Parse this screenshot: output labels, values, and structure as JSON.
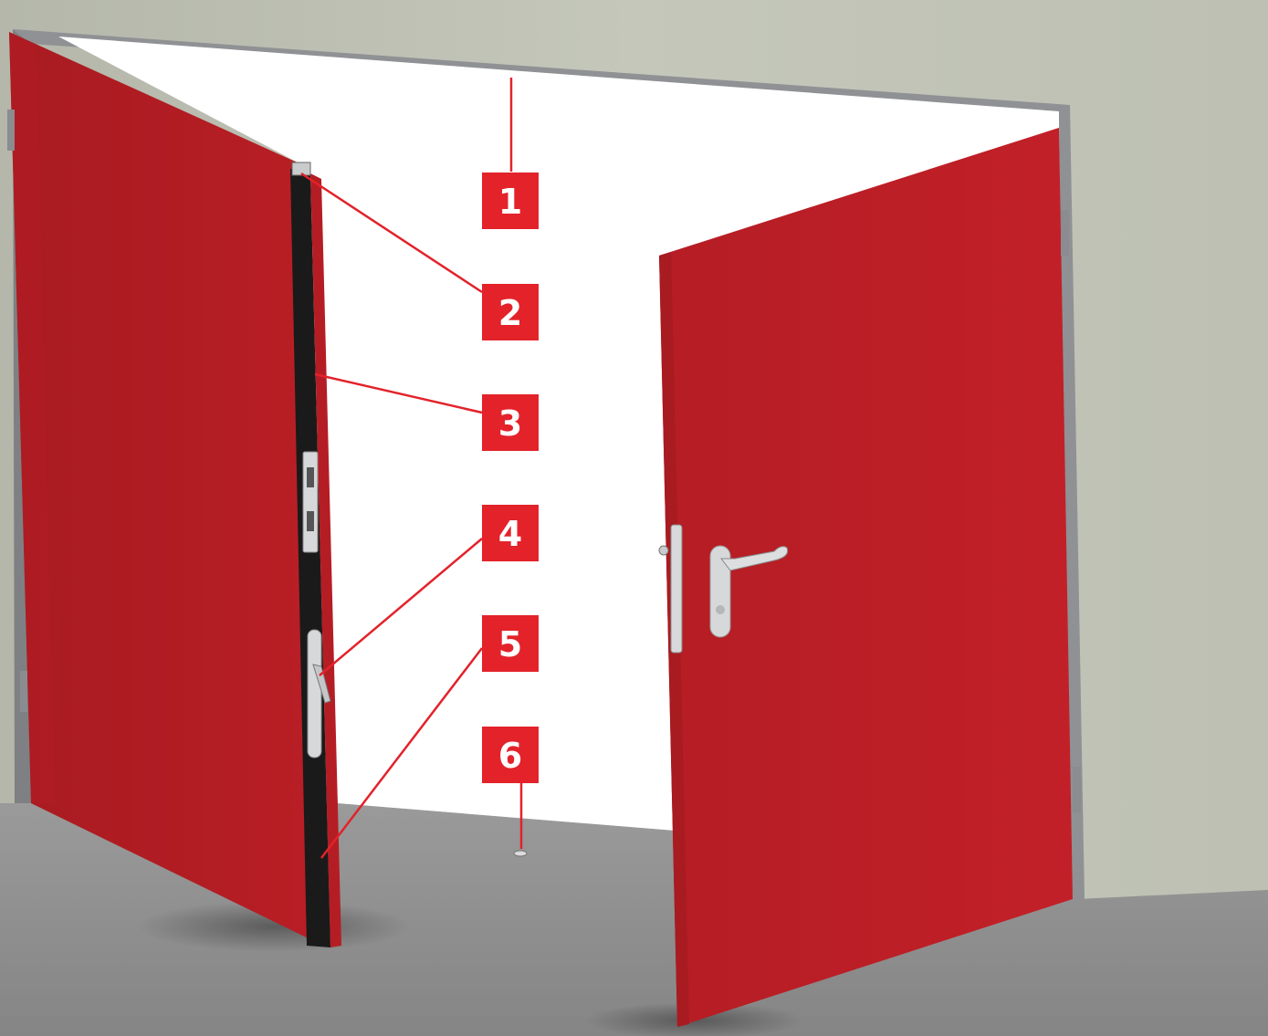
{
  "colors": {
    "accent": "#e3222a",
    "door": "#c01f26",
    "door_shade": "#a51a20",
    "wall": "#bcbfb2",
    "floor": "#8e8e8e",
    "frame": "#8a8c8f",
    "opening": "#ffffff",
    "seal": "#1a1a1a",
    "metal": "#d6d8da"
  },
  "markers": [
    {
      "id": "1",
      "label": "1"
    },
    {
      "id": "2",
      "label": "2"
    },
    {
      "id": "3",
      "label": "3"
    },
    {
      "id": "4",
      "label": "4"
    },
    {
      "id": "5",
      "label": "5"
    },
    {
      "id": "6",
      "label": "6"
    }
  ]
}
